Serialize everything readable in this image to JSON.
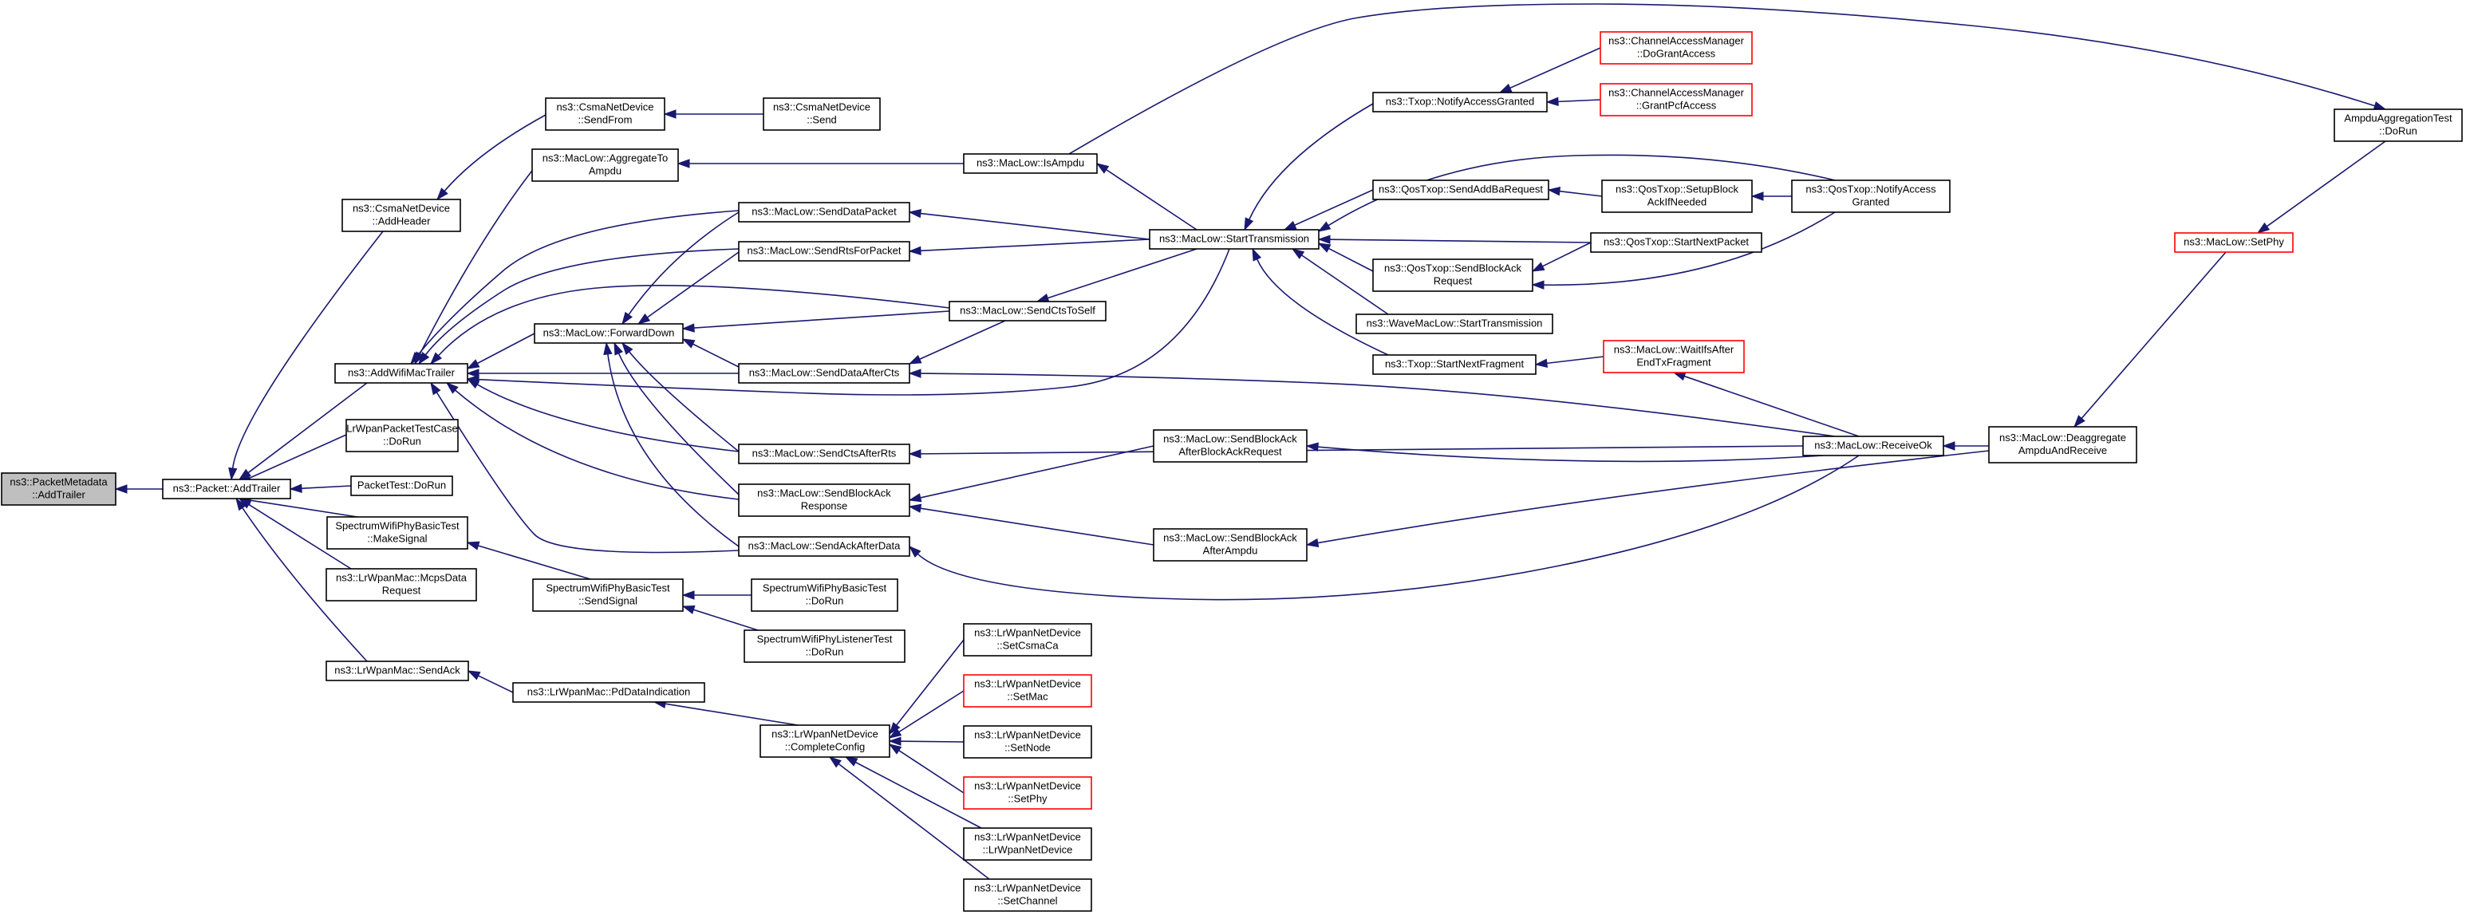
{
  "diagram": {
    "colors": {
      "edge": "#191970",
      "node_border": "#000000",
      "truncated_border": "#ff0000",
      "root_fill": "#bfbfbf"
    },
    "nodes": [
      {
        "id": "root",
        "lines": [
          "ns3::PacketMetadata",
          "::AddTrailer"
        ],
        "style": "root"
      },
      {
        "id": "addtrailer",
        "lines": [
          "ns3::Packet::AddTrailer"
        ]
      },
      {
        "id": "csmaaddheader",
        "lines": [
          "ns3::CsmaNetDevice",
          "::AddHeader"
        ]
      },
      {
        "id": "addwifimactrailer",
        "lines": [
          "ns3::AddWifiMacTrailer"
        ]
      },
      {
        "id": "lrwpantestcase",
        "lines": [
          "LrWpanPacketTestCase",
          "::DoRun"
        ]
      },
      {
        "id": "packettestdorun",
        "lines": [
          "PacketTest::DoRun"
        ]
      },
      {
        "id": "spectrummakesignal",
        "lines": [
          "SpectrumWifiPhyBasicTest",
          "::MakeSignal"
        ]
      },
      {
        "id": "mcpsdatarequest",
        "lines": [
          "ns3::LrWpanMac::McpsData",
          "Request"
        ]
      },
      {
        "id": "lrwpansendack",
        "lines": [
          "ns3::LrWpanMac::SendAck"
        ]
      },
      {
        "id": "csmasendfrom",
        "lines": [
          "ns3::CsmaNetDevice",
          "::SendFrom"
        ]
      },
      {
        "id": "csmasend",
        "lines": [
          "ns3::CsmaNetDevice",
          "::Send"
        ]
      },
      {
        "id": "aggregatetoampdu",
        "lines": [
          "ns3::MacLow::AggregateTo",
          "Ampdu"
        ]
      },
      {
        "id": "forwarddown",
        "lines": [
          "ns3::MacLow::ForwardDown"
        ]
      },
      {
        "id": "spectrumsendsignal",
        "lines": [
          "SpectrumWifiPhyBasicTest",
          "::SendSignal"
        ]
      },
      {
        "id": "pddataindication",
        "lines": [
          "ns3::LrWpanMac::PdDataIndication"
        ]
      },
      {
        "id": "senddatapacket",
        "lines": [
          "ns3::MacLow::SendDataPacket"
        ]
      },
      {
        "id": "sendrtsforpacket",
        "lines": [
          "ns3::MacLow::SendRtsForPacket"
        ]
      },
      {
        "id": "senddataafterctss",
        "lines": [
          "ns3::MacLow::SendDataAfterCts"
        ]
      },
      {
        "id": "sendctsafterrts",
        "lines": [
          "ns3::MacLow::SendCtsAfterRts"
        ]
      },
      {
        "id": "sendblockackresponse",
        "lines": [
          "ns3::MacLow::SendBlockAck",
          "Response"
        ]
      },
      {
        "id": "sendackafterdata",
        "lines": [
          "ns3::MacLow::SendAckAfterData"
        ]
      },
      {
        "id": "spectrumbasicdorun",
        "lines": [
          "SpectrumWifiPhyBasicTest",
          "::DoRun"
        ]
      },
      {
        "id": "spectrumlistenerdorun",
        "lines": [
          "SpectrumWifiPhyListenerTest",
          "::DoRun"
        ]
      },
      {
        "id": "completeconfig",
        "lines": [
          "ns3::LrWpanNetDevice",
          "::CompleteConfig"
        ]
      },
      {
        "id": "isampdu",
        "lines": [
          "ns3::MacLow::IsAmpdu"
        ]
      },
      {
        "id": "sendctstoself",
        "lines": [
          "ns3::MacLow::SendCtsToSelf"
        ]
      },
      {
        "id": "setcsmaca",
        "lines": [
          "ns3::LrWpanNetDevice",
          "::SetCsmaCa"
        ]
      },
      {
        "id": "setmac",
        "lines": [
          "ns3::LrWpanNetDevice",
          "::SetMac"
        ],
        "style": "red"
      },
      {
        "id": "setnode",
        "lines": [
          "ns3::LrWpanNetDevice",
          "::SetNode"
        ]
      },
      {
        "id": "setphylrwpan",
        "lines": [
          "ns3::LrWpanNetDevice",
          "::SetPhy"
        ],
        "style": "red"
      },
      {
        "id": "lrwpannetdevice",
        "lines": [
          "ns3::LrWpanNetDevice",
          "::LrWpanNetDevice"
        ]
      },
      {
        "id": "setchannel",
        "lines": [
          "ns3::LrWpanNetDevice",
          "::SetChannel"
        ]
      },
      {
        "id": "starttransmission",
        "lines": [
          "ns3::MacLow::StartTransmission"
        ]
      },
      {
        "id": "sendblockackafterbar",
        "lines": [
          "ns3::MacLow::SendBlockAck",
          "AfterBlockAckRequest"
        ]
      },
      {
        "id": "sendblockackafterampdu",
        "lines": [
          "ns3::MacLow::SendBlockAck",
          "AfterAmpdu"
        ]
      },
      {
        "id": "notifyaccessgranted",
        "lines": [
          "ns3::Txop::NotifyAccessGranted"
        ]
      },
      {
        "id": "sendaddbarequest",
        "lines": [
          "ns3::QosTxop::SendAddBaRequest"
        ]
      },
      {
        "id": "qossendblockackrequest",
        "lines": [
          "ns3::QosTxop::SendBlockAck",
          "Request"
        ]
      },
      {
        "id": "wavestarttransmission",
        "lines": [
          "ns3::WaveMacLow::StartTransmission"
        ]
      },
      {
        "id": "startnextfragment",
        "lines": [
          "ns3::Txop::StartNextFragment"
        ]
      },
      {
        "id": "dograntaccess",
        "lines": [
          "ns3::ChannelAccessManager",
          "::DoGrantAccess"
        ],
        "style": "red"
      },
      {
        "id": "grantpcfaccess",
        "lines": [
          "ns3::ChannelAccessManager",
          "::GrantPcfAccess"
        ],
        "style": "red"
      },
      {
        "id": "setupblockack",
        "lines": [
          "ns3::QosTxop::SetupBlock",
          "AckIfNeeded"
        ]
      },
      {
        "id": "qosstartnextpacket",
        "lines": [
          "ns3::QosTxop::StartNextPacket"
        ]
      },
      {
        "id": "waitifsafter",
        "lines": [
          "ns3::MacLow::WaitIfsAfter",
          "EndTxFragment"
        ],
        "style": "red"
      },
      {
        "id": "qosnotifyaccessgranted",
        "lines": [
          "ns3::QosTxop::NotifyAccess",
          "Granted"
        ]
      },
      {
        "id": "receiveok",
        "lines": [
          "ns3::MacLow::ReceiveOk"
        ]
      },
      {
        "id": "deaggregate",
        "lines": [
          "ns3::MacLow::Deaggregate",
          "AmpduAndReceive"
        ]
      },
      {
        "id": "setphymaclow",
        "lines": [
          "ns3::MacLow::SetPhy"
        ],
        "style": "red"
      },
      {
        "id": "ampduaggregationtest",
        "lines": [
          "AmpduAggregationTest",
          "::DoRun"
        ]
      }
    ],
    "edges": [
      [
        "addtrailer",
        "root"
      ],
      [
        "csmaaddheader",
        "addtrailer"
      ],
      [
        "addwifimactrailer",
        "addtrailer"
      ],
      [
        "lrwpantestcase",
        "addtrailer"
      ],
      [
        "packettestdorun",
        "addtrailer"
      ],
      [
        "spectrummakesignal",
        "addtrailer"
      ],
      [
        "mcpsdatarequest",
        "addtrailer"
      ],
      [
        "lrwpansendack",
        "addtrailer"
      ],
      [
        "csmasendfrom",
        "csmaaddheader"
      ],
      [
        "csmasend",
        "csmasendfrom"
      ],
      [
        "aggregatetoampdu",
        "addwifimactrailer"
      ],
      [
        "forwarddown",
        "addwifimactrailer"
      ],
      [
        "senddatapacket",
        "addwifimactrailer"
      ],
      [
        "sendrtsforpacket",
        "addwifimactrailer"
      ],
      [
        "sendctstoself",
        "addwifimactrailer"
      ],
      [
        "senddataafterctss",
        "addwifimactrailer"
      ],
      [
        "sendctsafterrts",
        "addwifimactrailer"
      ],
      [
        "sendblockackresponse",
        "addwifimactrailer"
      ],
      [
        "sendackafterdata",
        "addwifimactrailer"
      ],
      [
        "starttransmission",
        "addwifimactrailer"
      ],
      [
        "isampdu",
        "aggregatetoampdu"
      ],
      [
        "senddatapacket",
        "forwarddown"
      ],
      [
        "sendrtsforpacket",
        "forwarddown"
      ],
      [
        "sendctstoself",
        "forwarddown"
      ],
      [
        "senddataafterctss",
        "forwarddown"
      ],
      [
        "sendctsafterrts",
        "forwarddown"
      ],
      [
        "sendblockackresponse",
        "forwarddown"
      ],
      [
        "sendackafterdata",
        "forwarddown"
      ],
      [
        "spectrumsendsignal",
        "spectrummakesignal"
      ],
      [
        "spectrumbasicdorun",
        "spectrumsendsignal"
      ],
      [
        "spectrumlistenerdorun",
        "spectrumsendsignal"
      ],
      [
        "pddataindication",
        "lrwpansendack"
      ],
      [
        "completeconfig",
        "pddataindication"
      ],
      [
        "setcsmaca",
        "completeconfig"
      ],
      [
        "setmac",
        "completeconfig"
      ],
      [
        "setnode",
        "completeconfig"
      ],
      [
        "setphylrwpan",
        "completeconfig"
      ],
      [
        "lrwpannetdevice",
        "completeconfig"
      ],
      [
        "setchannel",
        "completeconfig"
      ],
      [
        "starttransmission",
        "senddatapacket"
      ],
      [
        "starttransmission",
        "sendrtsforpacket"
      ],
      [
        "starttransmission",
        "sendctstoself"
      ],
      [
        "starttransmission",
        "isampdu"
      ],
      [
        "receiveok",
        "senddataafterctss"
      ],
      [
        "sendctstoself",
        "senddataafterctss"
      ],
      [
        "receiveok",
        "sendctsafterrts"
      ],
      [
        "sendblockackafterbar",
        "sendblockackresponse"
      ],
      [
        "sendblockackafterampdu",
        "sendblockackresponse"
      ],
      [
        "receiveok",
        "sendackafterdata"
      ],
      [
        "isampdu",
        "ampduaggregationtest"
      ],
      [
        "notifyaccessgranted",
        "starttransmission"
      ],
      [
        "sendaddbarequest",
        "starttransmission"
      ],
      [
        "qossendblockackrequest",
        "starttransmission"
      ],
      [
        "wavestarttransmission",
        "starttransmission"
      ],
      [
        "startnextfragment",
        "starttransmission"
      ],
      [
        "qosnotifyaccessgranted",
        "starttransmission"
      ],
      [
        "qosstartnextpacket",
        "starttransmission"
      ],
      [
        "receiveok",
        "sendblockackafterbar"
      ],
      [
        "deaggregate",
        "sendblockackafterampdu"
      ],
      [
        "dograntaccess",
        "notifyaccessgranted"
      ],
      [
        "grantpcfaccess",
        "notifyaccessgranted"
      ],
      [
        "setupblockack",
        "sendaddbarequest"
      ],
      [
        "qosnotifyaccessgranted",
        "setupblockack"
      ],
      [
        "qosstartnextpacket",
        "qossendblockackrequest"
      ],
      [
        "qosnotifyaccessgranted",
        "qossendblockackrequest"
      ],
      [
        "waitifsafter",
        "startnextfragment"
      ],
      [
        "receiveok",
        "waitifsafter"
      ],
      [
        "deaggregate",
        "receiveok"
      ],
      [
        "setphymaclow",
        "deaggregate"
      ],
      [
        "ampduaggregationtest",
        "setphymaclow"
      ]
    ]
  }
}
